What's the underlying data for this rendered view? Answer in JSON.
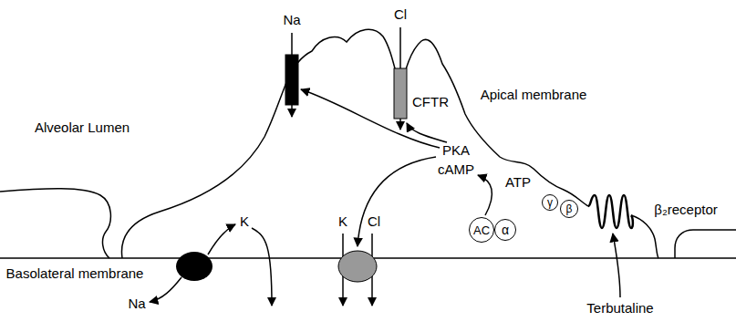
{
  "diagram": {
    "nodes": [
      {
        "text": [
          "AC"
        ]
      },
      {
        "text": [
          "α"
        ]
      },
      {
        "text": [
          "γ"
        ]
      },
      {
        "text": [
          "β"
        ]
      }
    ],
    "labels": [
      "Na",
      "Cl",
      "Alveolar Lumen",
      "CFTR",
      "Apical membrane",
      "PKA",
      "cAMP",
      "ATP",
      "K",
      "K",
      "Cl",
      "Basolateral membrane",
      "Na",
      "β₂receptor",
      "Terbutaline"
    ]
  }
}
